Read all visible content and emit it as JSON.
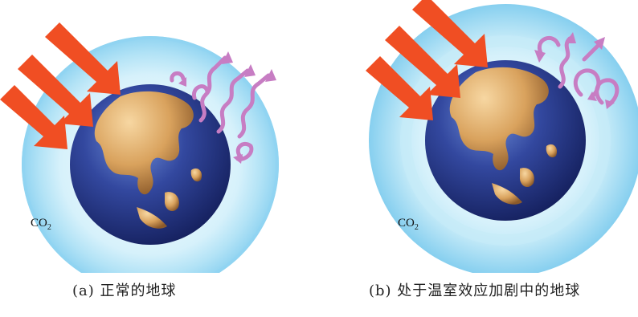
{
  "panels": [
    {
      "caption": "(a) 正常的地球",
      "gas_label": "CO",
      "gas_subscript": "2"
    },
    {
      "caption": "(b) 处于温室效应加剧中的地球",
      "gas_label": "CO",
      "gas_subscript": "2"
    }
  ],
  "colors": {
    "sun_arrow": "#f04e23",
    "heat_arrow": "#c77dc3",
    "atmosphere_outer": "#8fd3f1",
    "atmosphere_inner": "#c9ecf8",
    "earth_ocean": "#2b3f94",
    "earth_land": "#d9a25d"
  },
  "icons": [
    "sun-ray-arrow",
    "infrared-heat-arrow",
    "earth-globe"
  ]
}
